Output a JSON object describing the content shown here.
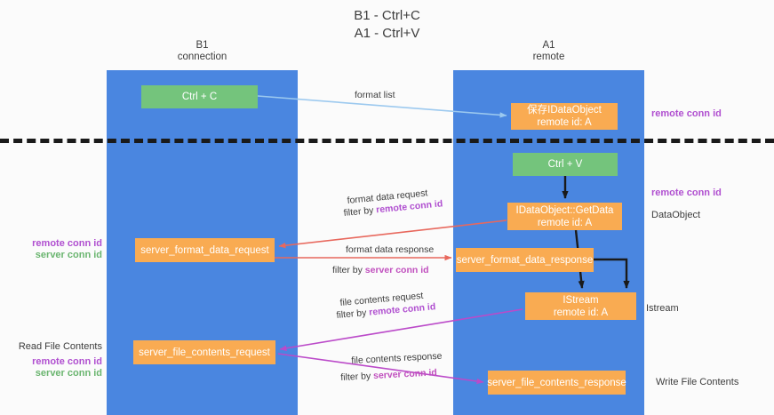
{
  "title": {
    "line1": "B1 - Ctrl+C",
    "line2": "A1 - Ctrl+V"
  },
  "lanes": [
    {
      "id": "b1",
      "name": "B1",
      "subtitle": "connection"
    },
    {
      "id": "a1",
      "name": "A1",
      "subtitle": "remote"
    }
  ],
  "nodes": {
    "ctrl_c": {
      "line1": "Ctrl + C",
      "line2": ""
    },
    "save_idataobject": {
      "line1": "保存IDataObject",
      "line2": "remote id: A"
    },
    "ctrl_v": {
      "line1": "Ctrl + V",
      "line2": ""
    },
    "idataobject_getdata": {
      "line1": "IDataObject::GetData",
      "line2": "remote id: A"
    },
    "server_format_data_request": {
      "line1": "server_format_data_request",
      "line2": ""
    },
    "server_format_data_response": {
      "line1": "server_format_data_response",
      "line2": ""
    },
    "istream": {
      "line1": "IStream",
      "line2": "remote id: A"
    },
    "server_file_contents_request": {
      "line1": "server_file_contents_request",
      "line2": ""
    },
    "server_file_contents_response": {
      "line1": "server_file_contents_response",
      "line2": ""
    }
  },
  "edge_labels": {
    "format_list": "format list",
    "format_data_request": "format data request",
    "format_data_request_filter_prefix": "filter by ",
    "format_data_request_filter_key": "remote conn id",
    "format_data_response": "format data response",
    "format_data_response_filter_prefix": "filter by ",
    "format_data_response_filter_key": "server conn id",
    "file_contents_request": "file contents request",
    "file_contents_request_filter_prefix": "filter by ",
    "file_contents_request_filter_key": "remote conn id",
    "file_contents_response": "file contents response",
    "file_contents_response_filter_prefix": "filter by ",
    "file_contents_response_filter_key": "server conn id"
  },
  "side_notes": {
    "right_remote_conn_id_top": "remote conn id",
    "right_remote_conn_id_mid": "remote conn id",
    "right_dataobject": "DataObject",
    "right_istream": "Istream",
    "right_write_file_contents": "Write File Contents",
    "left_remote_conn_id_mid": "remote conn id",
    "left_server_conn_id_mid": "server conn id",
    "left_read_file_contents": "Read File Contents",
    "left_remote_conn_id_bottom": "remote conn id",
    "left_server_conn_id_bottom": "server conn id"
  },
  "colors": {
    "lane": "#4a86e0",
    "node_green": "#74c47c",
    "node_orange": "#f9ab52",
    "remote_conn_id": "#b04fd0",
    "server_conn_id": "#6ab56f",
    "arrow_format_list": "#9cc9ef",
    "arrow_format_data": "#e8685d",
    "arrow_file_contents": "#bb4ac9",
    "arrow_black": "#1a1a1a",
    "divider": "#1a1a1a"
  }
}
